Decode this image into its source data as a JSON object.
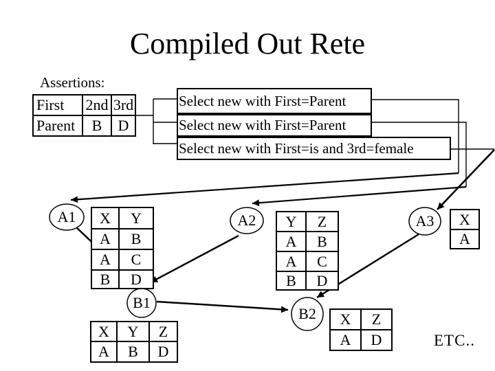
{
  "title": "Compiled Out Rete",
  "assertions": {
    "label": "Assertions:",
    "table": {
      "headers": [
        "First",
        "2nd",
        "3rd"
      ],
      "rows": [
        [
          "Parent",
          "B",
          "D"
        ]
      ]
    }
  },
  "rules": [
    {
      "label": "Select new with First=Parent"
    },
    {
      "label": "Select new with First=Parent"
    },
    {
      "label": "Select new with First=is and 3rd=female"
    }
  ],
  "nodes": {
    "a1": {
      "label": "A1",
      "table": {
        "headers": [
          "X",
          "Y"
        ],
        "rows": [
          [
            "A",
            "B"
          ],
          [
            "A",
            "C"
          ],
          [
            "B",
            "D"
          ]
        ]
      }
    },
    "a2": {
      "label": "A2",
      "table": {
        "headers": [
          "Y",
          "Z"
        ],
        "rows": [
          [
            "A",
            "B"
          ],
          [
            "A",
            "C"
          ],
          [
            "B",
            "D"
          ]
        ]
      }
    },
    "a3": {
      "label": "A3",
      "table": {
        "headers": [
          "X"
        ],
        "rows": [
          [
            "A"
          ]
        ]
      }
    },
    "b1": {
      "label": "B1",
      "table": {
        "headers": [
          "X",
          "Y",
          "Z"
        ],
        "rows": [
          [
            "A",
            "B",
            "D"
          ]
        ]
      }
    },
    "b2": {
      "label": "B2",
      "table": {
        "headers": [
          "X",
          "Z"
        ],
        "rows": [
          [
            "A",
            "D"
          ]
        ]
      }
    }
  },
  "etc_label": "ETC..",
  "colors": {
    "ink": "#000000",
    "background": "#ffffff"
  }
}
